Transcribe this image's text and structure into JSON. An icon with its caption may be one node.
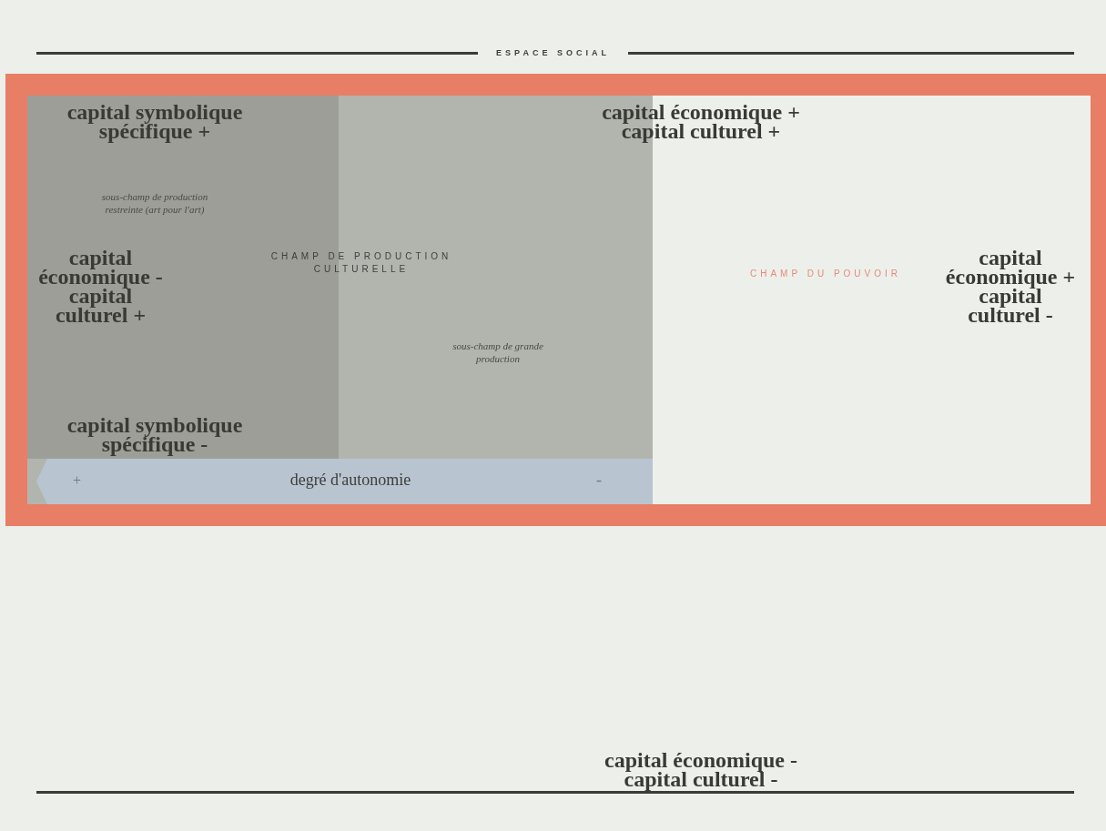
{
  "diagram": {
    "nodes": [
      {
        "text": [
          "CHAMP DU POUVOIR"
        ]
      },
      {
        "text": [
          "CHAMP DE PRODUCTION CULTURELLE"
        ],
        "in": 0
      },
      {
        "text": [
          "sous-champ de production restreinte (art pour l'art)"
        ],
        "in": 1
      },
      {
        "text": [
          "sous-champ de grande production"
        ],
        "in": 1
      },
      {
        "text": [
          "+",
          "degré d'autonomie",
          "-"
        ],
        "in": 1
      }
    ],
    "labels": [
      "ESPACE SOCIAL",
      "capital symbolique spécifique +",
      "capital économique + capital culturel +",
      "capital économique - capital culturel +",
      "capital économique + capital culturel -",
      "capital symbolique spécifique -",
      "capital économique - capital culturel -"
    ]
  }
}
